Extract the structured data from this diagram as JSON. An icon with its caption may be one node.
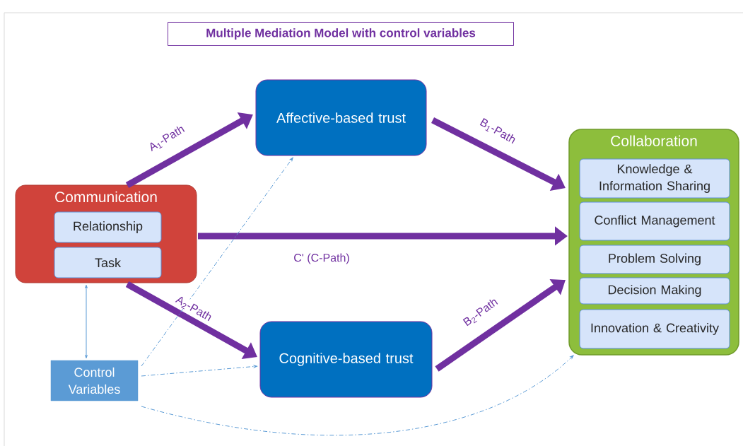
{
  "diagram": {
    "title": "Multiple Mediation Model with control variables",
    "nodes": [
      {
        "text": [
          "Communication"
        ]
      },
      {
        "text": [
          "Relationship"
        ],
        "in": 0
      },
      {
        "text": [
          "Task"
        ],
        "in": 0
      },
      {
        "text": [
          "Affective-based trust"
        ]
      },
      {
        "text": [
          "Cognitive-based trust"
        ]
      },
      {
        "text": [
          "Collaboration"
        ]
      },
      {
        "text": [
          "Knowledge & Information Sharing"
        ],
        "in": 5
      },
      {
        "text": [
          "Conflict Management"
        ],
        "in": 5
      },
      {
        "text": [
          "Problem Solving"
        ],
        "in": 5
      },
      {
        "text": [
          "Decision Making"
        ],
        "in": 5
      },
      {
        "text": [
          "Innovation & Creativity"
        ],
        "in": 5
      },
      {
        "text": [
          "Control Variables"
        ]
      }
    ],
    "edges": [
      {
        "from": 0,
        "to": 3,
        "arrow": "to",
        "label": "A$_{1}$-Path"
      },
      {
        "from": 3,
        "to": 5,
        "arrow": "to",
        "label": "B$_{1}$-Path"
      },
      {
        "from": 0,
        "to": 5,
        "arrow": "to",
        "label": "C' (C-Path)"
      },
      {
        "from": 0,
        "to": 4,
        "arrow": "to",
        "label": "A$_{2}$-Path"
      },
      {
        "from": 4,
        "to": 5,
        "arrow": "to",
        "label": "B$_{2}$-Path"
      },
      {
        "from": 11,
        "to": 0,
        "arrow": "both",
        "color": "#5b9bd5"
      },
      {
        "from": 11,
        "to": 3,
        "arrow": "to",
        "style": "dashed",
        "color": "#5b9bd5"
      },
      {
        "from": 11,
        "to": 4,
        "arrow": "to",
        "style": "dashed",
        "color": "#5b9bd5"
      },
      {
        "from": 11,
        "to": 5,
        "arrow": "to",
        "style": "dashed",
        "color": "#5b9bd5"
      }
    ]
  }
}
